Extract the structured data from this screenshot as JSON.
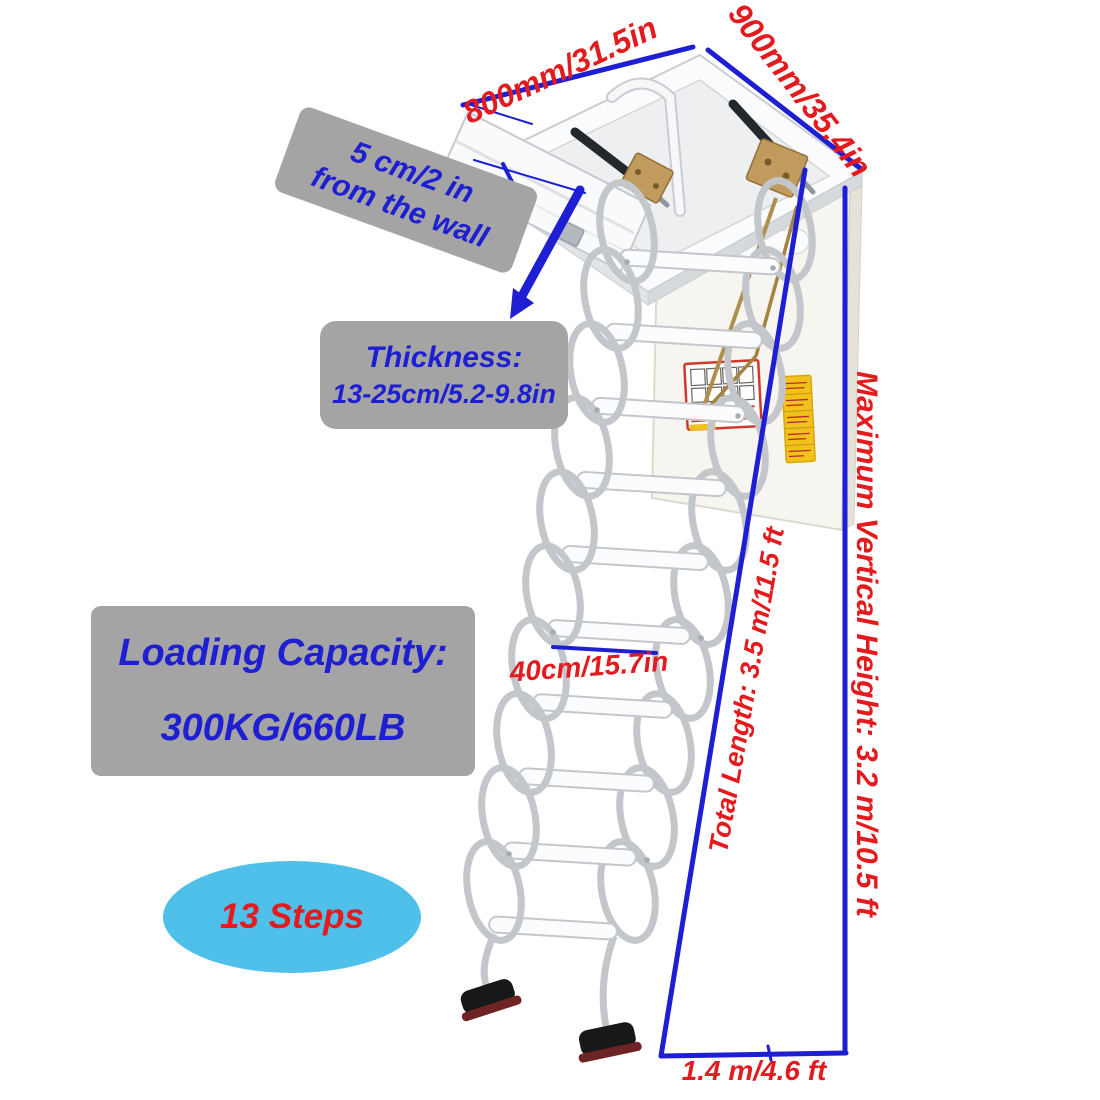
{
  "image_type": "annotated attic-ladder product photo",
  "colors": {
    "annotation_red": "#e31b1e",
    "annotation_blue": "#1e1ed2",
    "label_box_gray": "#a4a4a4",
    "steps_badge_cyan": "#4fc0ea",
    "ladder_white": "#fbfcfd",
    "hardware_gold": "#c19b5e",
    "foot_black": "#17181a",
    "sticker_yellow": "#f2c11c"
  },
  "annotations": {
    "hatch_width": "800mm/31.5in",
    "hatch_depth": "900mm/35.4in",
    "wall_distance": {
      "line1": "5 cm/2 in",
      "line2": "from the wall"
    },
    "thickness": {
      "line1": "Thickness:",
      "line2": "13-25cm/5.2-9.8in"
    },
    "loading_capacity": {
      "line1": "Loading Capacity:",
      "line2": "300KG/660LB"
    },
    "steps_count": "13 Steps",
    "step_width": "40cm/15.7in",
    "total_length": "Total Length: 3.5 m/11.5 ft",
    "max_vertical_height": "Maximum Vertical Height: 3.2 m/10.5 ft",
    "floor_span": "1.4 m/4.6 ft"
  }
}
